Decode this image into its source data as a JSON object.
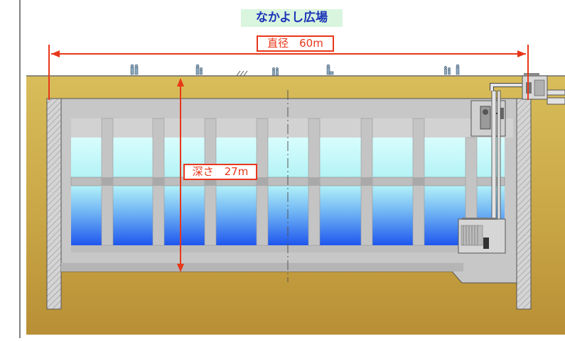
{
  "title": "なかよし広場",
  "diameter_label": "直径　60m",
  "depth_label": "深さ　27m",
  "colors": {
    "title_bg": "#d9f5de",
    "title_text": "#1a33b8",
    "dimension": "#e8371a",
    "ground": "#c9a646",
    "concrete": "#c7c7c7",
    "water_top": "#ccfbfb",
    "water_bottom": "#1f56ee"
  }
}
